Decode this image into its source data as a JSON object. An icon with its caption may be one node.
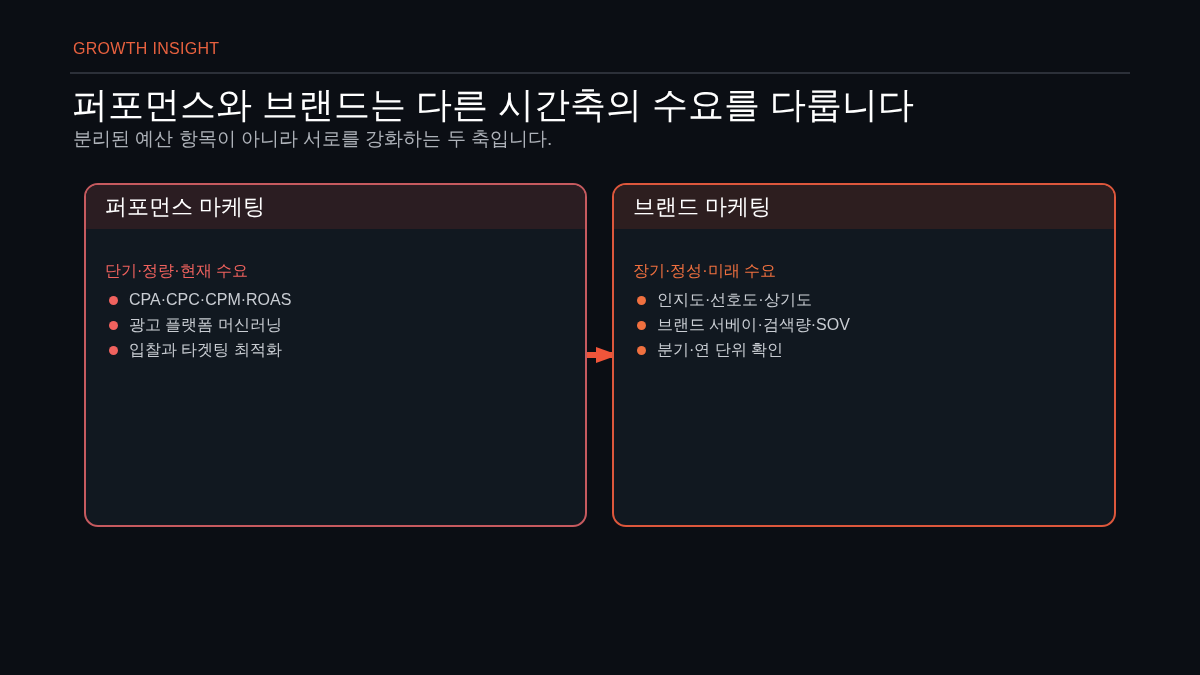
{
  "diagram": {
    "title": "퍼포먼스와 브랜드는 다른 시간축의 수요를 다룹니다",
    "nodes": [
      {
        "text": [
          "퍼포먼스 마케팅",
          "단기·정량·현재 수요",
          "CPA·CPC·CPM·ROAS",
          "광고 플랫폼 머신러닝",
          "입찰과 타겟팅 최적화"
        ]
      },
      {
        "text": [
          "브랜드 마케팅",
          "장기·정성·미래 수요",
          "인지도·선호도·상기도",
          "브랜드 서베이·검색량·SOV",
          "분기·연 단위 확인"
        ]
      }
    ],
    "edges": [
      {
        "from": 0,
        "to": 1,
        "arrow": "to"
      }
    ],
    "labels": [
      "GROWTH INSIGHT",
      "분리된 예산 항목이 아니라 서로를 강화하는 두 축입니다."
    ]
  }
}
